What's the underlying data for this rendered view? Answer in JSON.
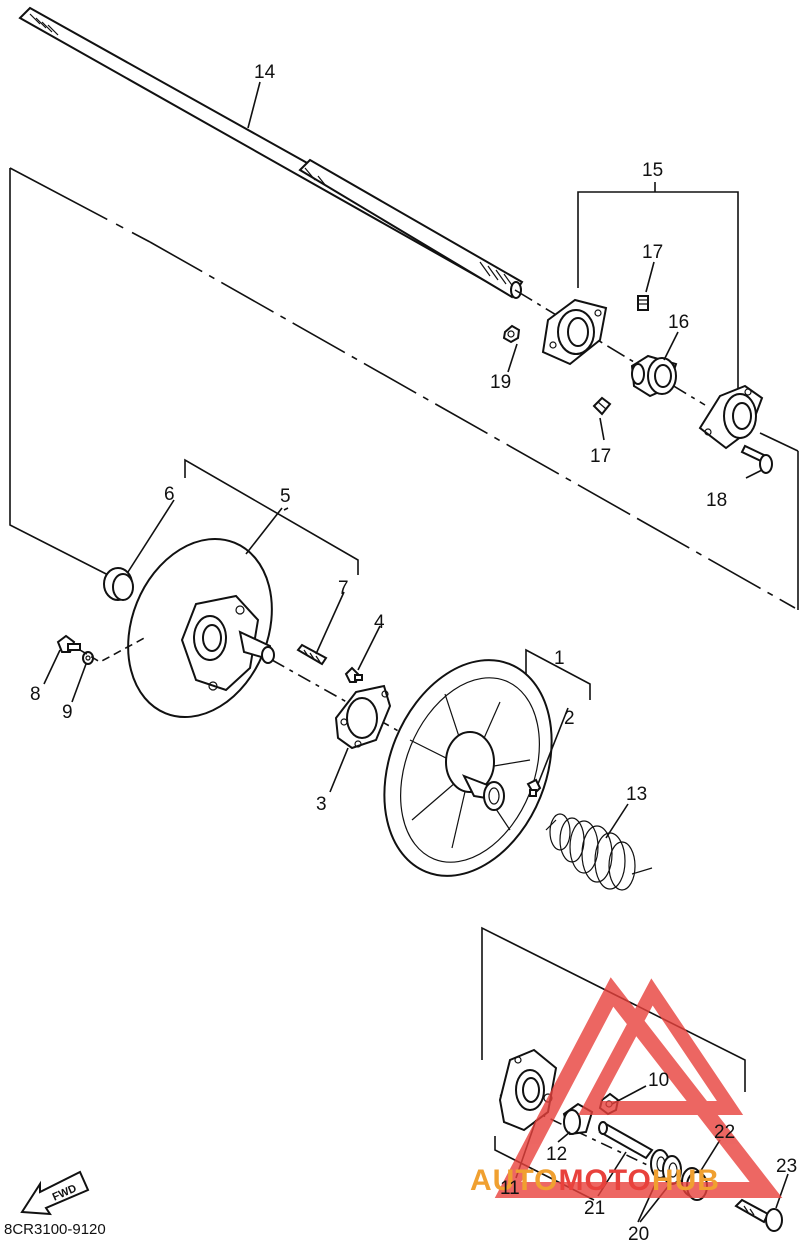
{
  "diagram_code": "8CR3100-9120",
  "fwd_label": "FWD",
  "watermark": {
    "text_part1": "AUTO",
    "text_part2": "MOTO",
    "text_part3": "HUB",
    "color_red": "#e8413c",
    "color_orange": "#f0a030"
  },
  "callouts": {
    "c1": "1",
    "c2": "2",
    "c3": "3",
    "c4": "4",
    "c5": "5",
    "c6": "6",
    "c7": "7",
    "c8": "8",
    "c9": "9",
    "c10": "10",
    "c11": "11",
    "c12": "12",
    "c13": "13",
    "c14": "14",
    "c15": "15",
    "c16": "16",
    "c17a": "17",
    "c17b": "17",
    "c18": "18",
    "c19": "19",
    "c20": "20",
    "c21": "21",
    "c22": "22",
    "c23": "23"
  },
  "parts": {
    "shaft": "shaft-14",
    "bearing_housing_a": "housing-15a",
    "bearing_housing_b": "housing-15b",
    "bearing": "bearing-16",
    "sheave_fixed": "sheave-5",
    "sheave_movable": "sheave-1",
    "spring": "spring-13",
    "cam": "cam-11"
  }
}
